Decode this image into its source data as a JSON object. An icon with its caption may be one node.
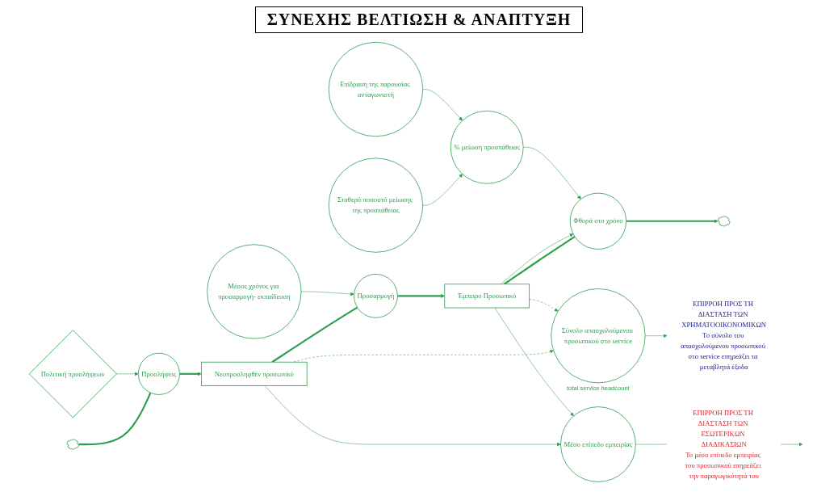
{
  "diagram": {
    "title": "ΣΥΝΕΧΗΣ ΒΕΛΤΙΩΣΗ & ΑΝΑΠΤΥΞΗ",
    "nodes": [
      {
        "text": [],
        "shape": "cloud"
      },
      {
        "text": [
          "Προσλήψεις"
        ]
      },
      {
        "text": [
          "Πολιτική προσλήψεων"
        ]
      },
      {
        "text": [
          "Νεοπροσληφθέν προσωπικό"
        ]
      },
      {
        "text": [
          "Σύνολο απασχολούμενου προσωπικού στο service"
        ],
        "beside": [
          "total service headcount"
        ]
      },
      {
        "text": [
          "Προσαρμογή"
        ]
      },
      {
        "text": [
          "Έμπειρο Προσωπικό"
        ]
      },
      {
        "text": [
          "Φθορά στο χρόνο"
        ]
      },
      {
        "text": [],
        "shape": "cloud"
      },
      {
        "text": [
          "% μείωση προσπάθειας"
        ]
      },
      {
        "text": [
          "Σταθερό ποσοστό μείωσης της προσπάθειας"
        ]
      },
      {
        "text": [
          "Επίδραση της παρουσίας ανταγωνιστή"
        ]
      },
      {
        "text": [
          "Μέσος χρόνος για προσαρμογή- εκπαίδευση"
        ]
      },
      {
        "text": [
          "Μέσο επίπεδο εμπειρίας"
        ]
      },
      {
        "text": [
          "ΕΠΙΡΡΟΗ ΠΡΟΣ ΤΗ ΔΙΑΣΤΑΣΗ ΤΩΝ ΧΡΗΜΑΤΟΟΙΚΟΝΟΜΙΚΩΝ",
          "Το σύνολο του απασχολούμενου προσωπικού στο service επηρεάζει τα μεταβλητά έξοδα"
        ]
      },
      {
        "text": [
          "ΕΠΙΡΡΟΗ ΠΡΟΣ ΤΗ ΔΙΑΣΤΑΣΗ ΤΩΝ ΕΣΩΤΕΡΙΚΩΝ ΔΙΑΔΙΚΑΣΙΩΝ",
          "Το μέσο επίπεδο εμπειρίας του προσωπικού επηρεάζει την παραγωγικότητά του"
        ]
      }
    ],
    "edges": [
      {
        "from": 0,
        "to": 1,
        "arrow": "none",
        "style": "thick"
      },
      {
        "from": 1,
        "to": 3,
        "arrow": "to",
        "style": "thick"
      },
      {
        "from": 3,
        "to": 5,
        "arrow": "none",
        "style": "thick"
      },
      {
        "from": 5,
        "to": 6,
        "arrow": "to",
        "style": "thick"
      },
      {
        "from": 6,
        "to": 7,
        "arrow": "none",
        "style": "thick"
      },
      {
        "from": 7,
        "to": 8,
        "arrow": "to",
        "style": "thick"
      },
      {
        "from": 2,
        "to": 1,
        "arrow": "to"
      },
      {
        "from": 3,
        "to": 4,
        "arrow": "to",
        "style": "dashed"
      },
      {
        "from": 6,
        "to": 4,
        "arrow": "to",
        "style": "dashed"
      },
      {
        "from": 12,
        "to": 5,
        "arrow": "to"
      },
      {
        "from": 3,
        "to": 13,
        "arrow": "to"
      },
      {
        "from": 6,
        "to": 13,
        "arrow": "to"
      },
      {
        "from": 6,
        "to": 7,
        "arrow": "to"
      },
      {
        "from": 9,
        "to": 7,
        "arrow": "to"
      },
      {
        "from": 10,
        "to": 9,
        "arrow": "to"
      },
      {
        "from": 11,
        "to": 9,
        "arrow": "to"
      },
      {
        "from": 4,
        "to": 14,
        "arrow": "to"
      },
      {
        "from": 13,
        "to": 15,
        "arrow": "none"
      },
      {
        "from": 15,
        "to": null,
        "arrow": "to"
      }
    ]
  }
}
